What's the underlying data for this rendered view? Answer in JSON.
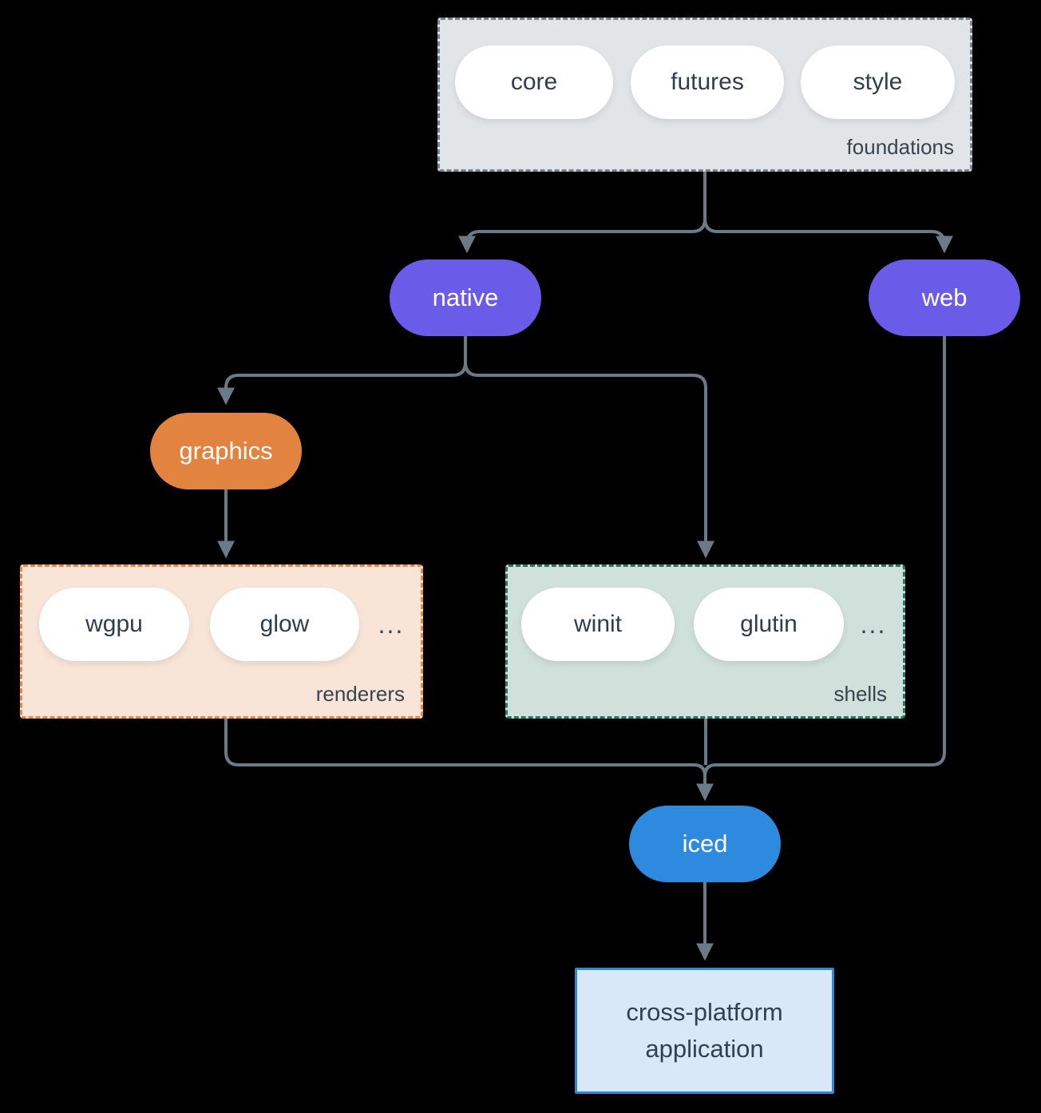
{
  "colors": {
    "background": "#000000",
    "connector": "#6b7a87",
    "foundations_fill": "#e1e5e8",
    "foundations_border": "#76858f",
    "node_purple": "#6a5ce9",
    "node_orange": "#e2843f",
    "node_blue": "#2e8ade",
    "renderers_fill": "#f9e5d8",
    "renderers_border": "#e8873f",
    "shells_fill": "#d0e0da",
    "shells_border": "#267565",
    "white_pill_fill": "#ffffff",
    "pill_text": "#2f3e4c",
    "group_label_text": "#36454f",
    "app_fill": "#d9e8f8",
    "app_border": "#2f8ad9",
    "app_text": "#32414e"
  },
  "foundations": {
    "label": "foundations",
    "pills": [
      "core",
      "futures",
      "style"
    ]
  },
  "nodes": {
    "native": "native",
    "web": "web",
    "graphics": "graphics",
    "iced": "iced"
  },
  "renderers": {
    "label": "renderers",
    "pills": [
      "wgpu",
      "glow"
    ],
    "ellipsis": "..."
  },
  "shells": {
    "label": "shells",
    "pills": [
      "winit",
      "glutin"
    ],
    "ellipsis": "..."
  },
  "application": {
    "lines": [
      "cross-platform",
      "application"
    ]
  }
}
